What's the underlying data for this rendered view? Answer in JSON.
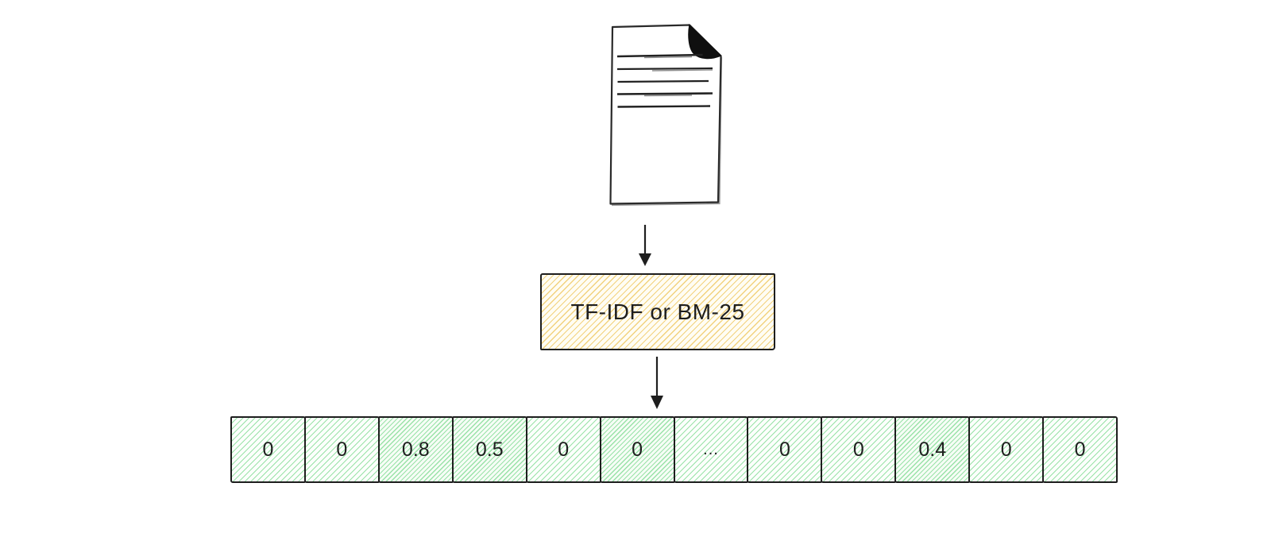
{
  "diagram": {
    "description_icons": {
      "document": "document-icon",
      "arrow_top": "arrow-down-icon",
      "arrow_bottom": "arrow-down-icon"
    },
    "process": {
      "label": "TF-IDF or BM-25"
    },
    "vector": {
      "cells": [
        "0",
        "0",
        "0.8",
        "0.5",
        "0",
        "0",
        "...",
        "0",
        "0",
        "0.4",
        "0",
        "0"
      ]
    },
    "colors": {
      "ink": "#1e1e1e",
      "yellow_hatch": "#f2d27e",
      "green_hatch": "#9ae2a8",
      "background": "#ffffff"
    }
  }
}
